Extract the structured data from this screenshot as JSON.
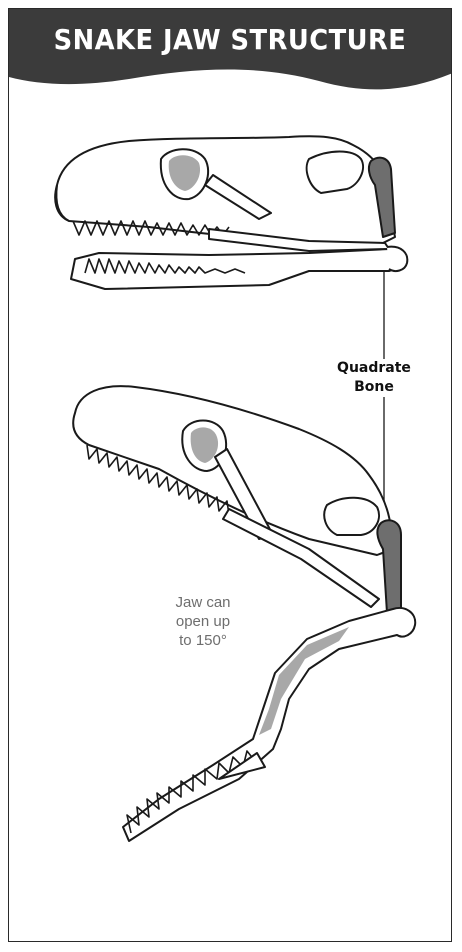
{
  "title": "SNAKE JAW STRUCTURE",
  "labels": {
    "quadrate_line1": "Quadrate",
    "quadrate_line2": "Bone",
    "jaw_line1": "Jaw can",
    "jaw_line2": "open up",
    "jaw_line3": "to 150°"
  },
  "colors": {
    "banner": "#3b3b3b",
    "outline": "#1a1a1a",
    "bone_fill": "#ffffff",
    "shade": "#a8a8a8",
    "dark_shade": "#6e6e6e"
  }
}
